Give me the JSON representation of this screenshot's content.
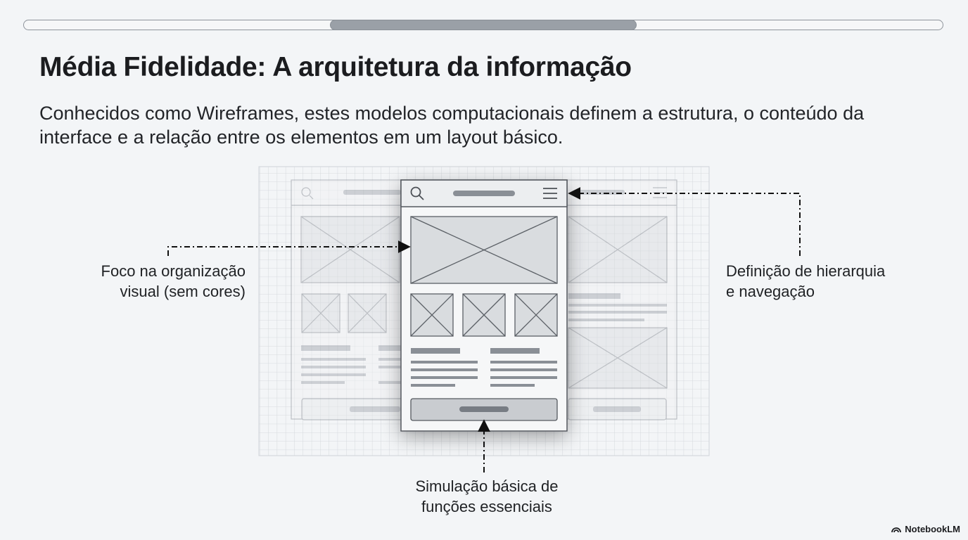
{
  "progress": {
    "start": 0.333,
    "end": 0.667
  },
  "title": "Média Fidelidade: A arquitetura da informação",
  "subtitle": "Conhecidos como Wireframes, estes modelos computacionais definem a estrutura, o conteúdo da interface e a relação entre os elementos em um layout básico.",
  "callouts": {
    "left": {
      "line1": "Foco na organização",
      "line2": "visual (sem cores)"
    },
    "right": {
      "line1": "Definição de hierarquia",
      "line2": "e navegação"
    },
    "bottom": {
      "line1": "Simulação básica de",
      "line2": "funções essenciais"
    }
  },
  "icons": [
    "search-icon",
    "hamburger-menu-icon",
    "image-placeholder-icon",
    "notebooklm-logo-icon"
  ],
  "colors": {
    "background": "#f3f5f7",
    "wire_stroke": "#6d7279",
    "wire_fill": "#d9dcdf",
    "text": "#1d1f22"
  },
  "brand": "NotebookLM"
}
